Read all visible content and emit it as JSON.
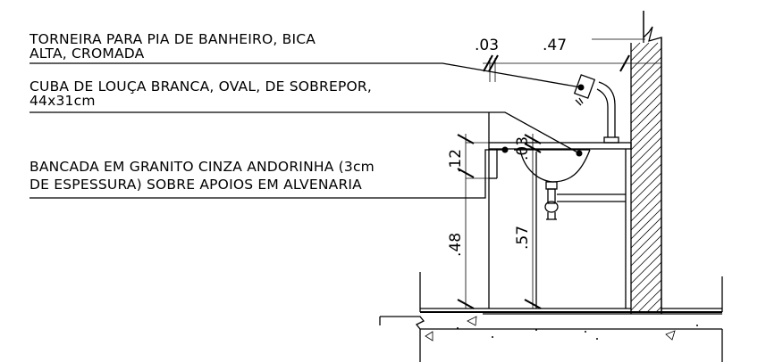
{
  "notes": {
    "faucet": [
      "TORNEIRA PARA PIA DE BANHEIRO, BICA",
      "ALTA, CROMADA"
    ],
    "basin": [
      "CUBA DE LOUÇA BRANCA, OVAL, DE SOBREPOR,",
      "44x31cm"
    ],
    "countertop": [
      "BANCADA EM GRANITO CINZA ANDORINHA (3cm",
      "DE ESPESSURA) SOBRE APOIOS EM ALVENARIA"
    ]
  },
  "dimensions": {
    "faucet_offset": ".03",
    "faucet_to_wall": ".47",
    "countertop_thickness": ".03",
    "skirt_height": ".12",
    "support_height": ".48",
    "basin_rim_height": ".57"
  }
}
